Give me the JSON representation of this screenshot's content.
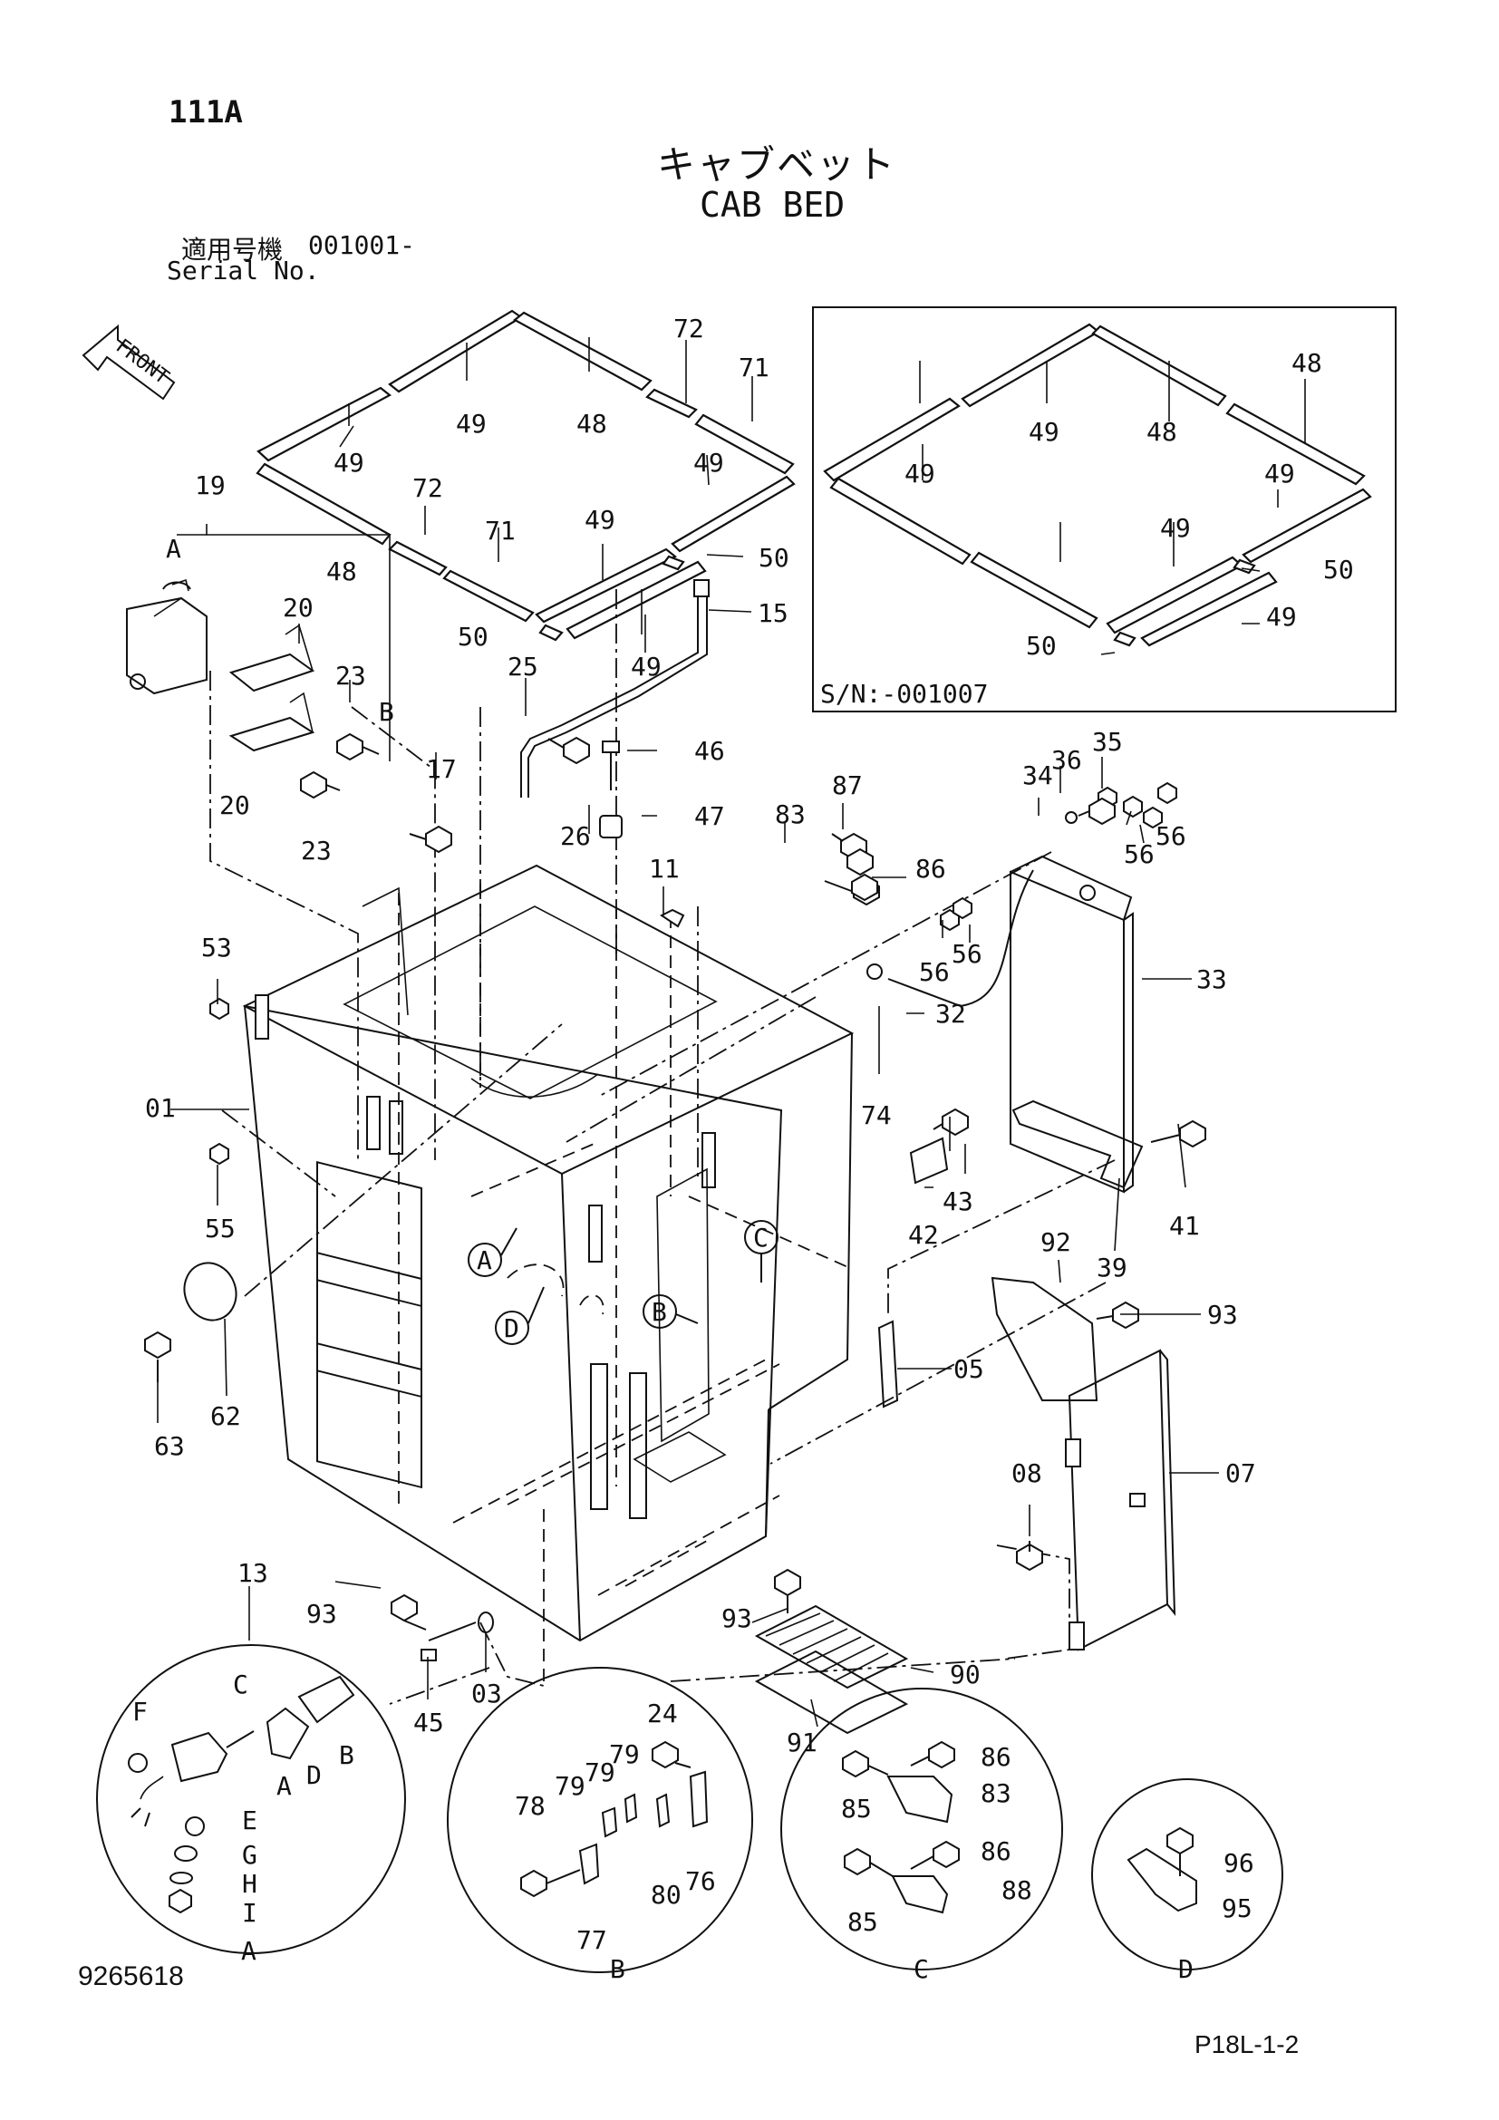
{
  "header": {
    "page_code": "111A",
    "title_jp": "キャブベット",
    "title_en": "CAB BED",
    "serial_label_jp": "適用号機",
    "serial_value": "001001-",
    "serial_label_en": "Serial No."
  },
  "orientation": {
    "arrow_label": "FRONT"
  },
  "inset": {
    "caption": "S/N:-001007"
  },
  "details": [
    "A",
    "B",
    "C",
    "D"
  ],
  "detail_labels": {
    "A": [
      "C",
      "F",
      "D",
      "B",
      "A",
      "E",
      "G",
      "H",
      "I"
    ]
  },
  "callouts": {
    "c01": "01",
    "c03": "03",
    "c05": "05",
    "c07": "07",
    "c08": "08",
    "c11": "11",
    "c13": "13",
    "c15": "15",
    "c17": "17",
    "c19": "19",
    "c20a": "20",
    "c20b": "20",
    "c23a": "23",
    "c23b": "23",
    "c24": "24",
    "c25": "25",
    "c26": "26",
    "c32": "32",
    "c33": "33",
    "c34": "34",
    "c35": "35",
    "c36": "36",
    "c39": "39",
    "c41": "41",
    "c42": "42",
    "c43": "43",
    "c45": "45",
    "c46": "46",
    "c47": "47",
    "c48a": "48",
    "c48b": "48",
    "c48c": "48",
    "c48d": "48",
    "c49a": "49",
    "c49b": "49",
    "c49c": "49",
    "c49d": "49",
    "c49e": "49",
    "c49f": "49",
    "c49g": "49",
    "c49h": "49",
    "c49i": "49",
    "c49j": "49",
    "c50a": "50",
    "c50b": "50",
    "c50c": "50",
    "c50d": "50",
    "c53": "53",
    "c55": "55",
    "c56a": "56",
    "c56b": "56",
    "c56c": "56",
    "c56d": "56",
    "c62": "62",
    "c63": "63",
    "c71a": "71",
    "c71b": "71",
    "c72a": "72",
    "c72b": "72",
    "c74": "74",
    "c76": "76",
    "c77": "77",
    "c78": "78",
    "c79a": "79",
    "c79b": "79",
    "c79c": "79",
    "c80": "80",
    "c83a": "83",
    "c83b": "83",
    "c85a": "85",
    "c85b": "85",
    "c86a": "86",
    "c86b": "86",
    "c86c": "86",
    "c87": "87",
    "c88": "88",
    "c90": "90",
    "c91": "91",
    "c92": "92",
    "c93a": "93",
    "c93b": "93",
    "c93c": "93",
    "c95": "95",
    "c96": "96",
    "lA": "A",
    "lB": "B",
    "refA": "A",
    "refB": "B",
    "refC": "C",
    "refD": "D"
  },
  "footer": {
    "drawing_number": "9265618",
    "page_ref": "P18L-1-2"
  }
}
